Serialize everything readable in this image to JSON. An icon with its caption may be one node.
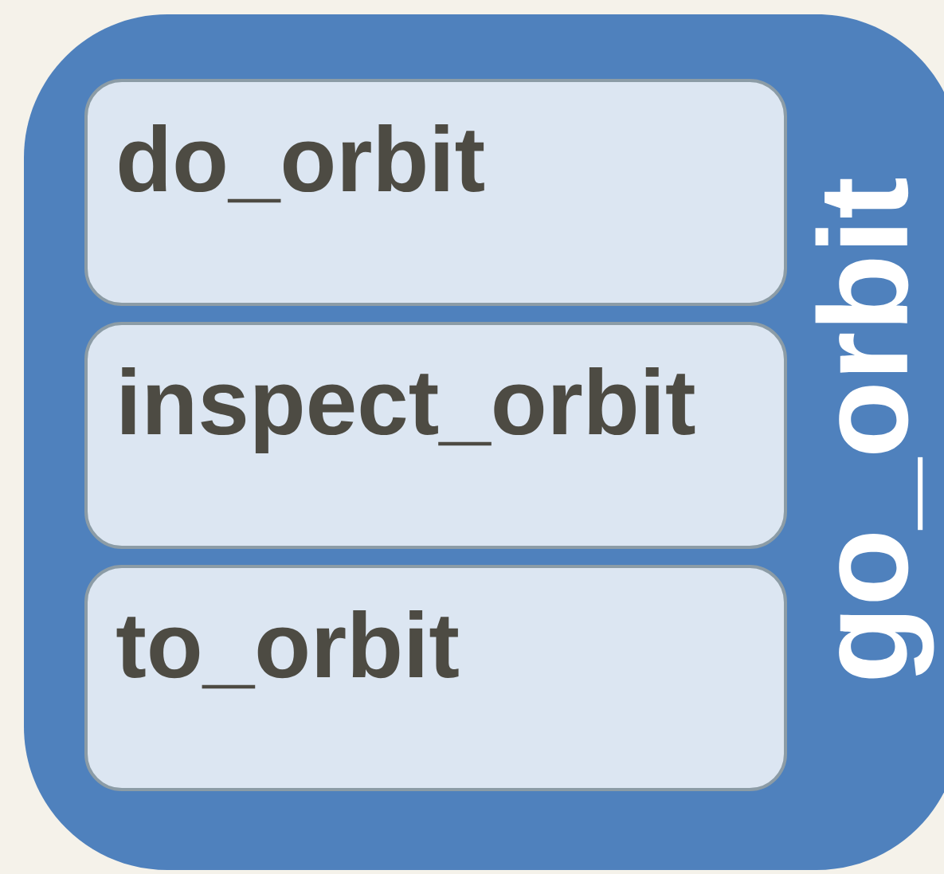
{
  "diagram": {
    "nodes": [
      {
        "text": [
          "go_orbit"
        ]
      },
      {
        "text": [
          "do_orbit"
        ],
        "in": 0
      },
      {
        "text": [
          "inspect_orbit"
        ],
        "in": 0
      },
      {
        "text": [
          "to_orbit"
        ],
        "in": 0
      }
    ]
  }
}
